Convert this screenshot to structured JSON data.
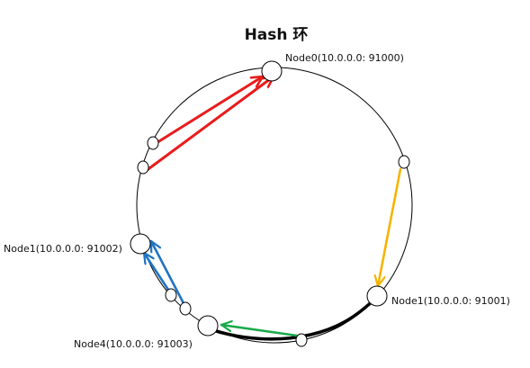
{
  "diagram": {
    "title": "Hash 环",
    "labels": {
      "node0": "Node0(10.0.0.0: 91000)",
      "node1_left": "Node1(10.0.0.0: 91002)",
      "node1_right": "Node1(10.0.0.0: 91001)",
      "node4": "Node4(10.0.0.0: 91003)"
    }
  },
  "colors": {
    "red_arrow": "#e81c1c",
    "yellow_arrow": "#f5b400",
    "green_arrow": "#1aaa4a",
    "blue_arrow": "#1f74c2",
    "ring": "#000000"
  }
}
